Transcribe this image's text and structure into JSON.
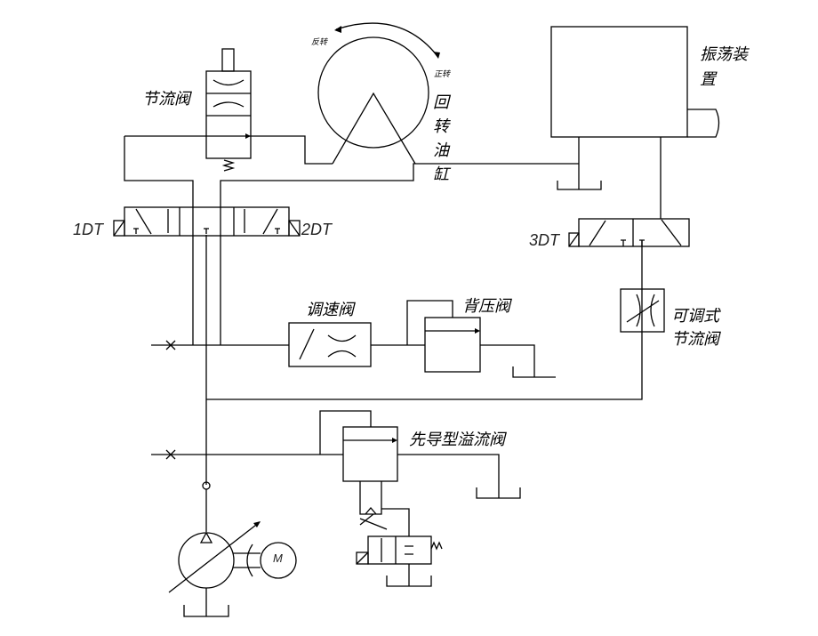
{
  "labels": {
    "throttle_valve": "节流阀",
    "rotary_cylinder": [
      "回",
      "转",
      "油",
      "缸"
    ],
    "reverse": "反转",
    "forward": "正转",
    "oscillator": [
      "振荡装",
      "置"
    ],
    "solenoid_1": "1DT",
    "solenoid_2": "2DT",
    "solenoid_3": "3DT",
    "speed_valve": "调速阀",
    "back_pressure_valve": "背压阀",
    "adjustable_throttle": [
      "可调式",
      "节流阀"
    ],
    "pilot_relief_valve": "先导型溢流阀",
    "motor": "M"
  }
}
